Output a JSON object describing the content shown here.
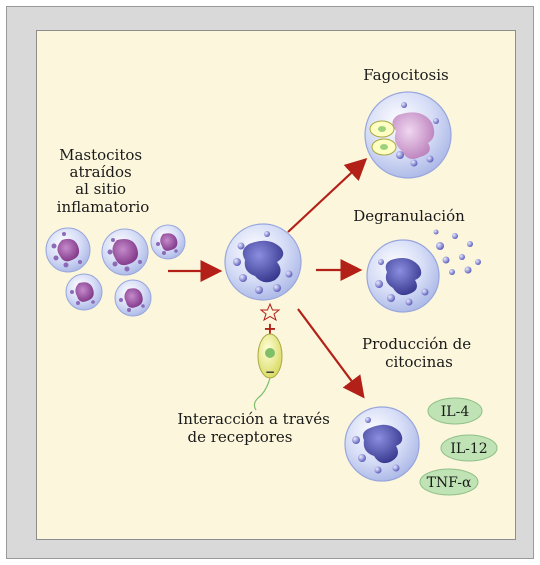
{
  "labels": {
    "mast_attracted": [
      "Mastocitos",
      "atraídos",
      "al sitio",
      "inflamatorio"
    ],
    "phagocytosis": "Fagocitosis",
    "degranulation": "Degranulación",
    "cytokine_production": [
      "Producción de",
      "citocinas"
    ],
    "receptor_interaction": [
      "Interacción a través",
      "de receptores"
    ],
    "plus_sign": "+",
    "minus_sign": "−"
  },
  "cytokines": [
    "IL-4",
    "IL-12",
    "TNF-α"
  ],
  "colors": {
    "frame": "#d9d9d9",
    "panel": "#fbf6dc",
    "arrow": "#b32017",
    "cell_body": "#c9d3f2",
    "nucleus_mast": "#8a3f8f",
    "nucleus_main": "#3e3e9a",
    "granule": "#6a6ac8",
    "receptor_cell": "#f2f28a",
    "cytokine_pill": "#bfe3b4"
  }
}
